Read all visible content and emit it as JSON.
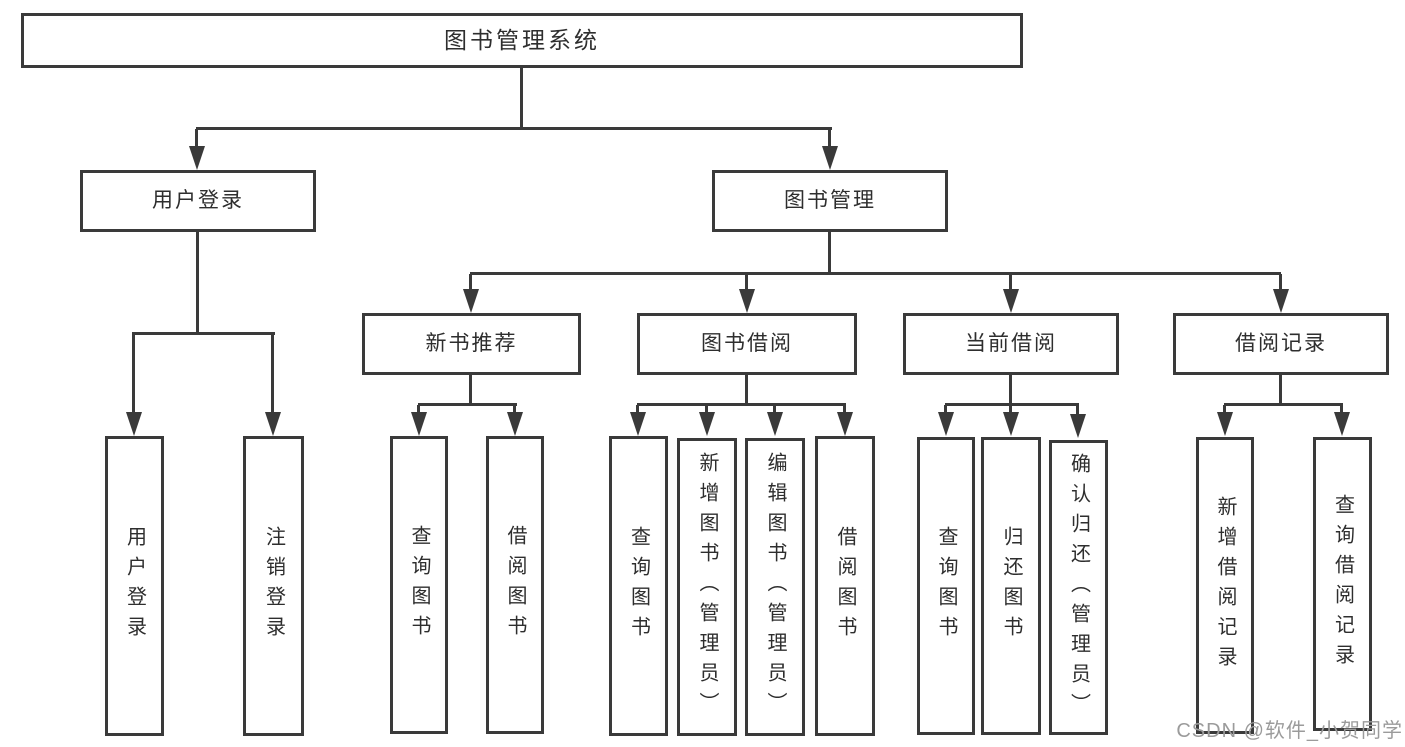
{
  "tree": {
    "root": {
      "label": "图书管理系统"
    },
    "level2": [
      {
        "label": "用户登录",
        "children": [
          {
            "label": "用户登录"
          },
          {
            "label": "注销登录"
          }
        ]
      },
      {
        "label": "图书管理",
        "children": [
          {
            "label": "新书推荐",
            "children": [
              {
                "label": "查询图书"
              },
              {
                "label": "借阅图书"
              }
            ]
          },
          {
            "label": "图书借阅",
            "children": [
              {
                "label": "查询图书"
              },
              {
                "label": "新增图书（管理员）"
              },
              {
                "label": "编辑图书（管理员）"
              },
              {
                "label": "借阅图书"
              }
            ]
          },
          {
            "label": "当前借阅",
            "children": [
              {
                "label": "查询图书"
              },
              {
                "label": "归还图书"
              },
              {
                "label": "确认归还（管理员）"
              }
            ]
          },
          {
            "label": "借阅记录",
            "children": [
              {
                "label": "新增借阅记录"
              },
              {
                "label": "查询借阅记录"
              }
            ]
          }
        ]
      }
    ]
  },
  "watermark": {
    "text": "CSDN @软件_小贺同学"
  },
  "colors": {
    "line": "#3a3a3a",
    "text": "#2e2e2e",
    "fill": "#ffffff",
    "watermark": "#9b9b9b",
    "bg": "#ffffff"
  }
}
